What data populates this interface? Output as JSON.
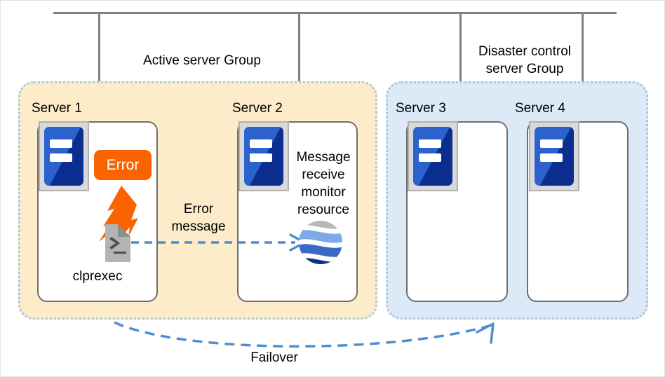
{
  "diagram": {
    "title": "Message receive monitor resource failover between server groups",
    "colors": {
      "active_group_fill": "#fcecc9",
      "dr_group_fill": "#dce9f7",
      "group_border": "#aac8e4",
      "bus_line": "#808080",
      "error_badge": "#f96300",
      "arrow_blue": "#4f8fd1",
      "lightning_orange": "#f96300",
      "server_blue_light": "#2b62cd",
      "server_blue_dark": "#0b2f91"
    },
    "groups": [
      {
        "id": "active",
        "label": "Active server Group"
      },
      {
        "id": "disaster",
        "label": "Disaster control\nserver Group"
      }
    ],
    "servers": [
      {
        "id": "server1",
        "label": "Server 1",
        "group": "active",
        "icon": "server-icon"
      },
      {
        "id": "server2",
        "label": "Server 2",
        "group": "active",
        "icon": "server-icon"
      },
      {
        "id": "server3",
        "label": "Server 3",
        "group": "disaster",
        "icon": "server-icon"
      },
      {
        "id": "server4",
        "label": "Server 4",
        "group": "disaster",
        "icon": "server-icon"
      }
    ],
    "badges": {
      "error": "Error"
    },
    "labels": {
      "clprexec": "clprexec",
      "error_message": "Error\nmessage",
      "monitor_resource": "Message\nreceive\nmonitor\nresource",
      "failover": "Failover"
    },
    "icons": {
      "clprexec": "script-file-icon",
      "monitor": "globe-icon",
      "fault": "lightning-burst-icon",
      "error_arrow": "dashed-arrow-right",
      "failover_arrow": "dashed-curved-arrow"
    }
  }
}
